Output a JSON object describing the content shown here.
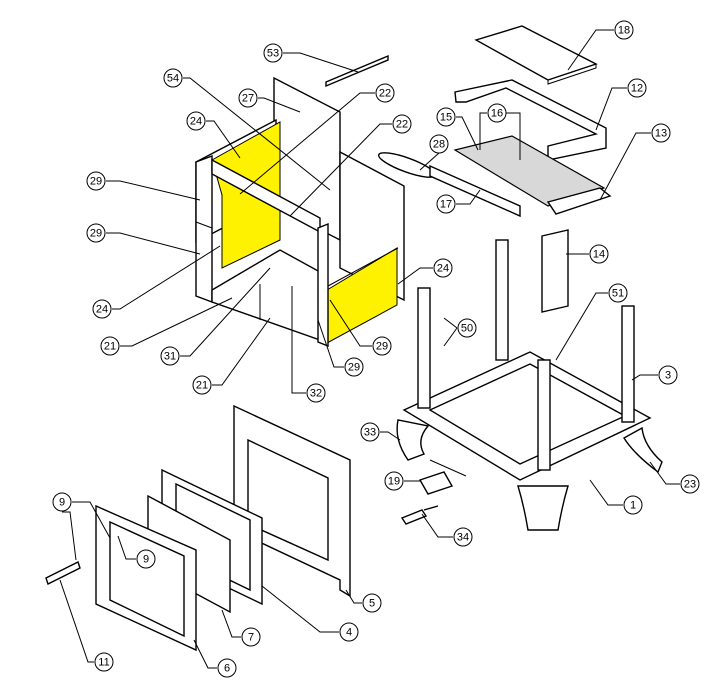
{
  "title": "Stove exploded parts diagram",
  "colors": {
    "highlight": "#fff200",
    "line": "#000000"
  },
  "callouts": [
    {
      "id": "c18",
      "label": "18",
      "highlight": false
    },
    {
      "id": "c53",
      "label": "53",
      "highlight": false
    },
    {
      "id": "c54",
      "label": "54",
      "highlight": false
    },
    {
      "id": "c27",
      "label": "27",
      "highlight": false
    },
    {
      "id": "c22a",
      "label": "22",
      "highlight": false
    },
    {
      "id": "c22b",
      "label": "22",
      "highlight": false
    },
    {
      "id": "c24a",
      "label": "24",
      "highlight": true
    },
    {
      "id": "c12",
      "label": "12",
      "highlight": false
    },
    {
      "id": "c15",
      "label": "15",
      "highlight": false
    },
    {
      "id": "c16",
      "label": "16",
      "highlight": false
    },
    {
      "id": "c13",
      "label": "13",
      "highlight": false
    },
    {
      "id": "c28",
      "label": "28",
      "highlight": false
    },
    {
      "id": "c29a",
      "label": "29",
      "highlight": false
    },
    {
      "id": "c17",
      "label": "17",
      "highlight": false
    },
    {
      "id": "c29b",
      "label": "29",
      "highlight": false
    },
    {
      "id": "c14",
      "label": "14",
      "highlight": false
    },
    {
      "id": "c24b",
      "label": "24",
      "highlight": true
    },
    {
      "id": "c51",
      "label": "51",
      "highlight": false
    },
    {
      "id": "c24c",
      "label": "24",
      "highlight": true
    },
    {
      "id": "c50",
      "label": "50",
      "highlight": false
    },
    {
      "id": "c3",
      "label": "3",
      "highlight": false
    },
    {
      "id": "c21a",
      "label": "21",
      "highlight": false
    },
    {
      "id": "c31",
      "label": "31",
      "highlight": false
    },
    {
      "id": "c29c",
      "label": "29",
      "highlight": false
    },
    {
      "id": "c29d",
      "label": "29",
      "highlight": false
    },
    {
      "id": "c21b",
      "label": "21",
      "highlight": false
    },
    {
      "id": "c32",
      "label": "32",
      "highlight": false
    },
    {
      "id": "c33",
      "label": "33",
      "highlight": false
    },
    {
      "id": "c19",
      "label": "19",
      "highlight": false
    },
    {
      "id": "c23",
      "label": "23",
      "highlight": false
    },
    {
      "id": "c1",
      "label": "1",
      "highlight": false
    },
    {
      "id": "c34",
      "label": "34",
      "highlight": false
    },
    {
      "id": "c9a",
      "label": "9",
      "highlight": false
    },
    {
      "id": "c9b",
      "label": "9",
      "highlight": false
    },
    {
      "id": "c11",
      "label": "11",
      "highlight": false
    },
    {
      "id": "c6",
      "label": "6",
      "highlight": false
    },
    {
      "id": "c7",
      "label": "7",
      "highlight": false
    },
    {
      "id": "c4",
      "label": "4",
      "highlight": false
    },
    {
      "id": "c5",
      "label": "5",
      "highlight": false
    }
  ]
}
